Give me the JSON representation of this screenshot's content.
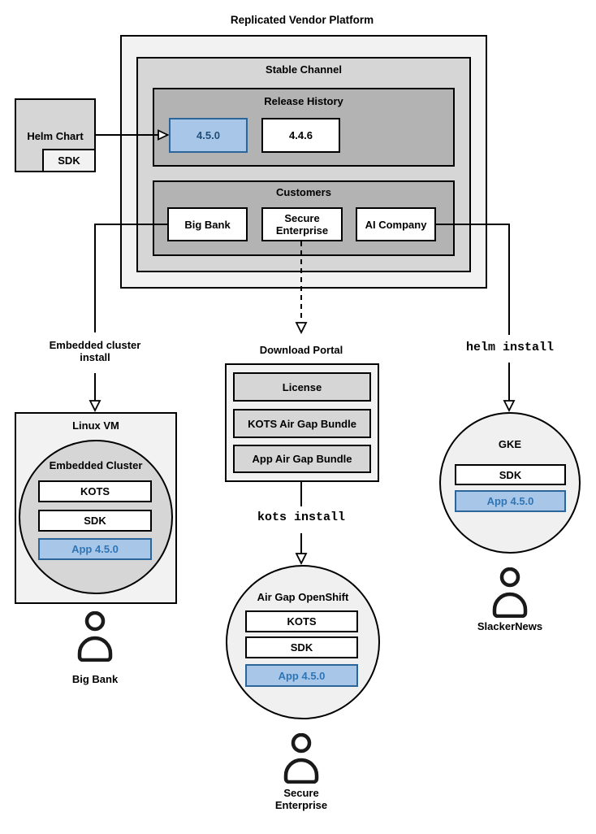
{
  "colors": {
    "blue_fill": "#A8C6E8",
    "blue_border": "#2C6599",
    "blue_text_release": "#1F4E79",
    "blue_text_app": "#2E75B6",
    "box_dark_gray": "#B3B3B3",
    "box_medium_gray": "#D6D6D6",
    "box_light_gray": "#F2F2F2",
    "outline": "#000000"
  },
  "title": "Replicated Vendor Platform",
  "stable_channel": {
    "label": "Stable Channel",
    "release_history": {
      "label": "Release History",
      "versions": [
        "4.5.0",
        "4.4.6"
      ]
    },
    "customers": {
      "label": "Customers",
      "items": [
        "Big Bank",
        "Secure Enterprise",
        "AI Company"
      ]
    }
  },
  "helm_chart": {
    "label": "Helm Chart",
    "sdk": "SDK"
  },
  "arrows": {
    "embedded_cluster_install": "Embedded cluster install",
    "kots_install": "kots install",
    "helm_install": "helm install"
  },
  "download_portal": {
    "title": "Download Portal",
    "items": [
      "License",
      "KOTS Air Gap Bundle",
      "App Air Gap Bundle"
    ]
  },
  "linux_vm": {
    "title": "Linux VM",
    "embedded_cluster": {
      "label": "Embedded Cluster",
      "components": [
        "KOTS",
        "SDK"
      ],
      "app": "App 4.5.0"
    }
  },
  "air_gap_openshift": {
    "label": "Air Gap OpenShift",
    "components": [
      "KOTS",
      "SDK"
    ],
    "app": "App 4.5.0"
  },
  "gke": {
    "label": "GKE",
    "components": [
      "SDK"
    ],
    "app": "App 4.5.0"
  },
  "users": [
    {
      "name": "Big Bank"
    },
    {
      "name": "Secure Enterprise"
    },
    {
      "name": "SlackerNews"
    }
  ]
}
